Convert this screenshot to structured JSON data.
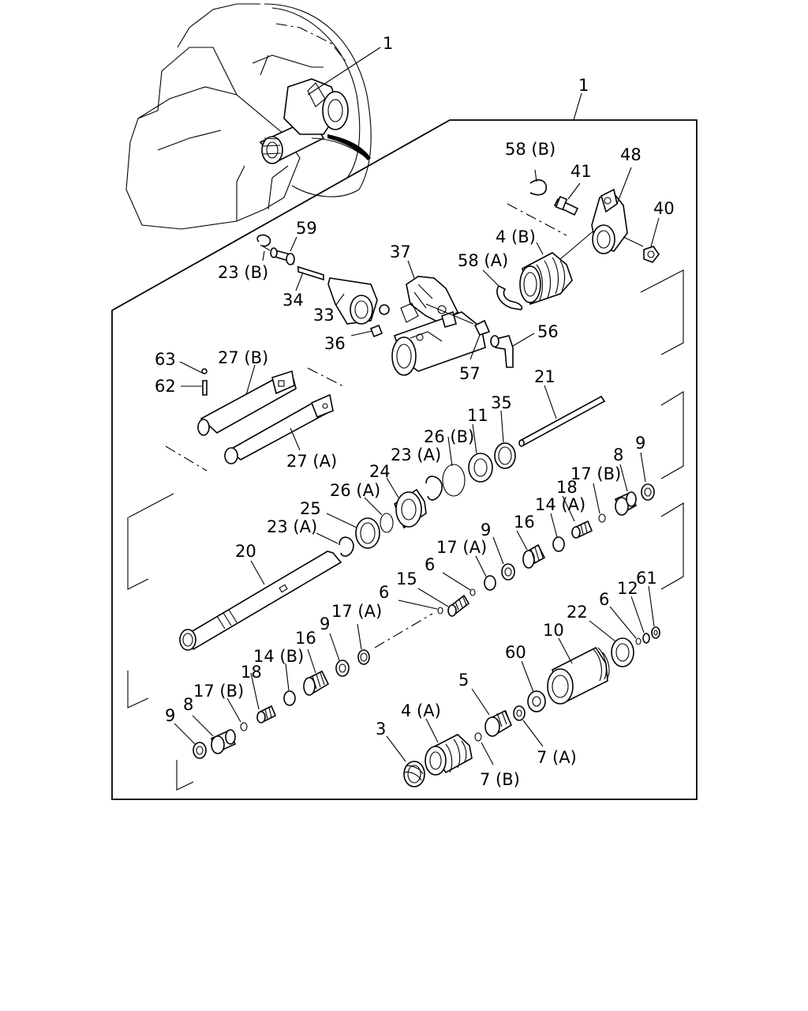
{
  "labels": {
    "l1_top": "1",
    "l1_frame": "1",
    "l58b": "58 (B)",
    "l41": "41",
    "l48": "48",
    "l40": "40",
    "l59": "59",
    "l23b": "23 (B)",
    "l34": "34",
    "l33": "33",
    "l37": "37",
    "l58a": "58 (A)",
    "l4b": "4 (B)",
    "l36": "36",
    "l56": "56",
    "l57": "57",
    "l63": "63",
    "l62": "62",
    "l27b": "27 (B)",
    "l27a": "27 (A)",
    "l21": "21",
    "l35": "35",
    "l11": "11",
    "l26b": "26 (B)",
    "l23a_1": "23 (A)",
    "l24": "24",
    "l26a": "26 (A)",
    "l25": "25",
    "l23a_2": "23 (A)",
    "l20": "20",
    "l9_a": "9",
    "l8_a": "8",
    "l17b_a": "17 (B)",
    "l18_a": "18",
    "l14a": "14 (A)",
    "l16_a": "16",
    "l9_b": "9",
    "l17a_a": "17 (A)",
    "l6_a": "6",
    "l15": "15",
    "l6_b": "6",
    "l17a_b": "17 (A)",
    "l9_c": "9",
    "l16_b": "16",
    "l14b": "14 (B)",
    "l18_b": "18",
    "l17b_b": "17 (B)",
    "l8_b": "8",
    "l9_d": "9",
    "l12": "12",
    "l61": "61",
    "l6_c": "6",
    "l22": "22",
    "l10": "10",
    "l60": "60",
    "l5": "5",
    "l4a": "4 (A)",
    "l3": "3",
    "l7b": "7 (B)",
    "l7a": "7 (A)"
  }
}
